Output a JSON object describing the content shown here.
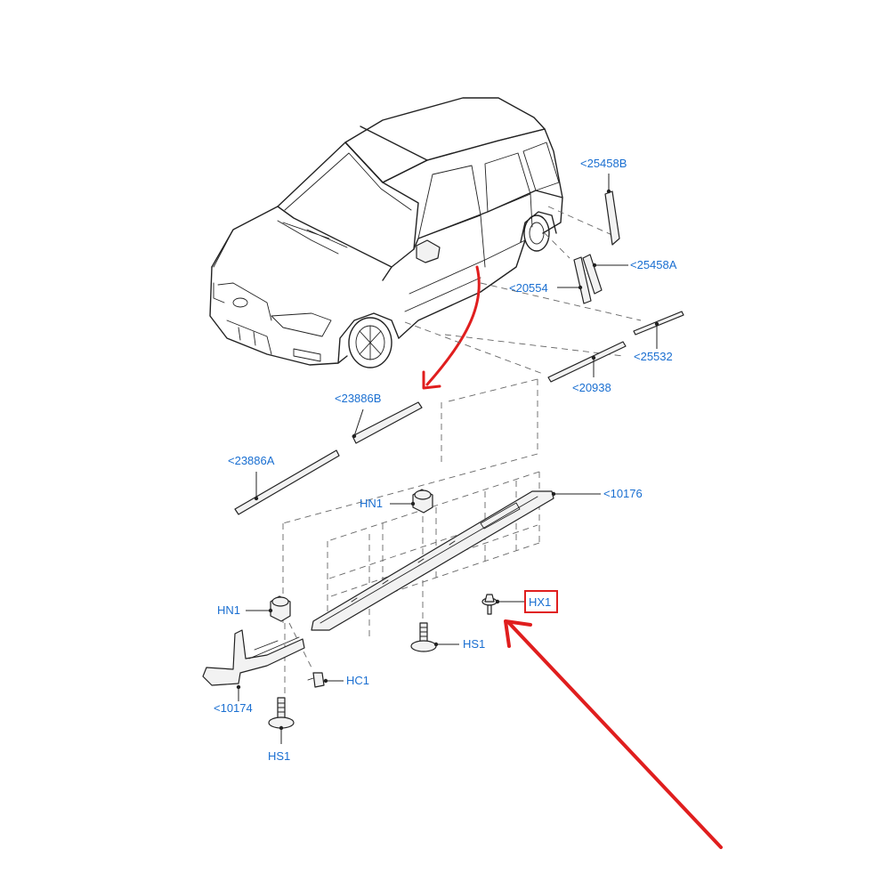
{
  "labels": {
    "p25458B": "<25458B",
    "p25458A": "<25458A",
    "p20554": "<20554",
    "p25532": "<25532",
    "p20938": "<20938",
    "p23886B": "<23886B",
    "p23886A": "<23886A",
    "p10176": "<10176",
    "hn1_top": "HN1",
    "hn1_left": "HN1",
    "hx1": "HX1",
    "hs1_right": "HS1",
    "hc1": "HC1",
    "p10174": "<10174",
    "hs1_bottom": "HS1"
  },
  "colors": {
    "label": "#1a6fd1",
    "highlight_box": "#e01e1e",
    "arrow": "#e01e1e",
    "line": "#222222"
  }
}
